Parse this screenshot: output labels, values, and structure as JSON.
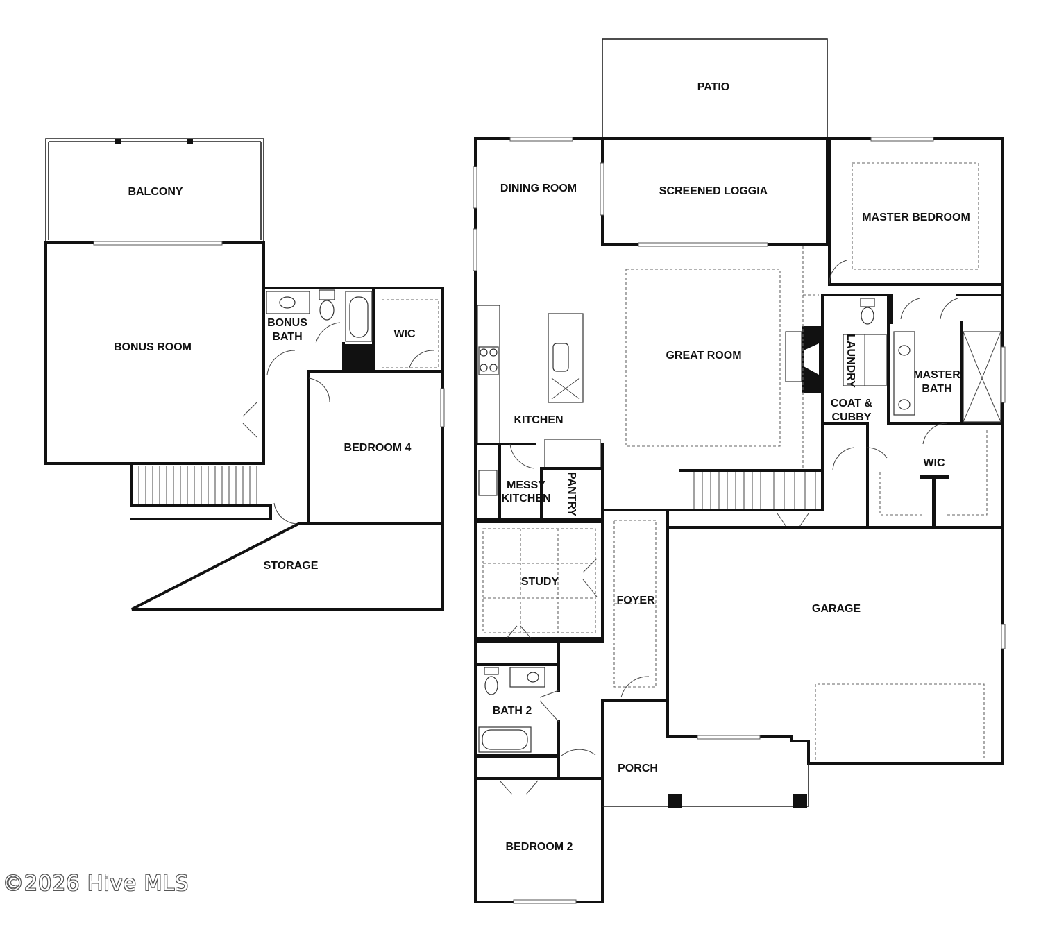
{
  "rooms": {
    "balcony": "BALCONY",
    "bonus_room": "BONUS ROOM",
    "bonus_bath_1": "BONUS",
    "bonus_bath_2": "BATH",
    "wic_upper": "WIC",
    "bedroom_4": "BEDROOM 4",
    "storage": "STORAGE",
    "patio": "PATIO",
    "dining_room": "DINING ROOM",
    "screened_loggia": "SCREENED LOGGIA",
    "master_bedroom": "MASTER BEDROOM",
    "great_room": "GREAT ROOM",
    "laundry": "LAUNDRY",
    "master_bath_1": "MASTER",
    "master_bath_2": "BATH",
    "coat_cubby_1": "COAT &",
    "coat_cubby_2": "CUBBY",
    "kitchen": "KITCHEN",
    "messy_kitchen_1": "MESSY",
    "messy_kitchen_2": "KITCHEN",
    "pantry": "PANTRY",
    "wic_master": "WIC",
    "study": "STUDY",
    "foyer": "FOYER",
    "garage": "GARAGE",
    "bath_2": "BATH 2",
    "porch": "PORCH",
    "bedroom_2": "BEDROOM 2"
  },
  "watermark": "©2026 Hive MLS"
}
